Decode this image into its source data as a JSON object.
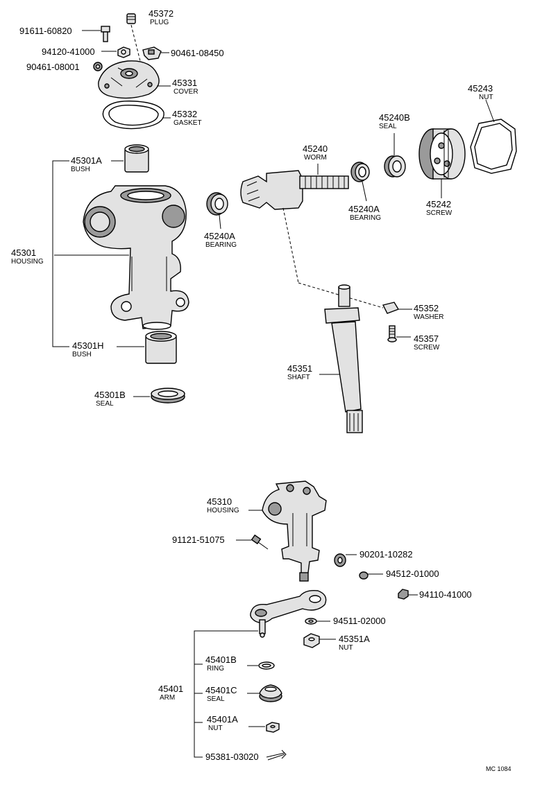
{
  "labels": {
    "p45372": {
      "num": "45372",
      "name": "PLUG"
    },
    "p91611": {
      "num": "91611-60820"
    },
    "p94120": {
      "num": "94120-41000"
    },
    "p90461a": {
      "num": "90461-08450"
    },
    "p90461b": {
      "num": "90461-08001"
    },
    "p45331": {
      "num": "45331",
      "name": "COVER"
    },
    "p45332": {
      "num": "45332",
      "name": "GASKET"
    },
    "p45243": {
      "num": "45243",
      "name": "NUT"
    },
    "p45240B": {
      "num": "45240B",
      "name": "SEAL"
    },
    "p45240": {
      "num": "45240",
      "name": "WORM"
    },
    "p45301A": {
      "num": "45301A",
      "name": "BUSH"
    },
    "p45301": {
      "num": "45301",
      "name": "HOUSING"
    },
    "p45240A_left": {
      "num": "45240A",
      "name": "BEARING"
    },
    "p45240A_right": {
      "num": "45240A",
      "name": "BEARING"
    },
    "p45242": {
      "num": "45242",
      "name": "SCREW"
    },
    "p45352": {
      "num": "45352",
      "name": "WASHER"
    },
    "p45357": {
      "num": "45357",
      "name": "SCREW"
    },
    "p45301H": {
      "num": "45301H",
      "name": "BUSH"
    },
    "p45351": {
      "num": "45351",
      "name": "SHAFT"
    },
    "p45301B": {
      "num": "45301B",
      "name": "SEAL"
    },
    "p45310": {
      "num": "45310",
      "name": "HOUSING"
    },
    "p91121": {
      "num": "91121-51075"
    },
    "p90201": {
      "num": "90201-10282"
    },
    "p94512": {
      "num": "94512-01000"
    },
    "p94110": {
      "num": "94110-41000"
    },
    "p94511": {
      "num": "94511-02000"
    },
    "p45351A": {
      "num": "45351A",
      "name": "NUT"
    },
    "p45401B": {
      "num": "45401B",
      "name": "RING"
    },
    "p45401": {
      "num": "45401",
      "name": "ARM"
    },
    "p45401C": {
      "num": "45401C",
      "name": "SEAL"
    },
    "p45401A": {
      "num": "45401A",
      "name": "NUT"
    },
    "p95381": {
      "num": "95381-03020"
    }
  },
  "footer": {
    "code": "MC 1084"
  }
}
